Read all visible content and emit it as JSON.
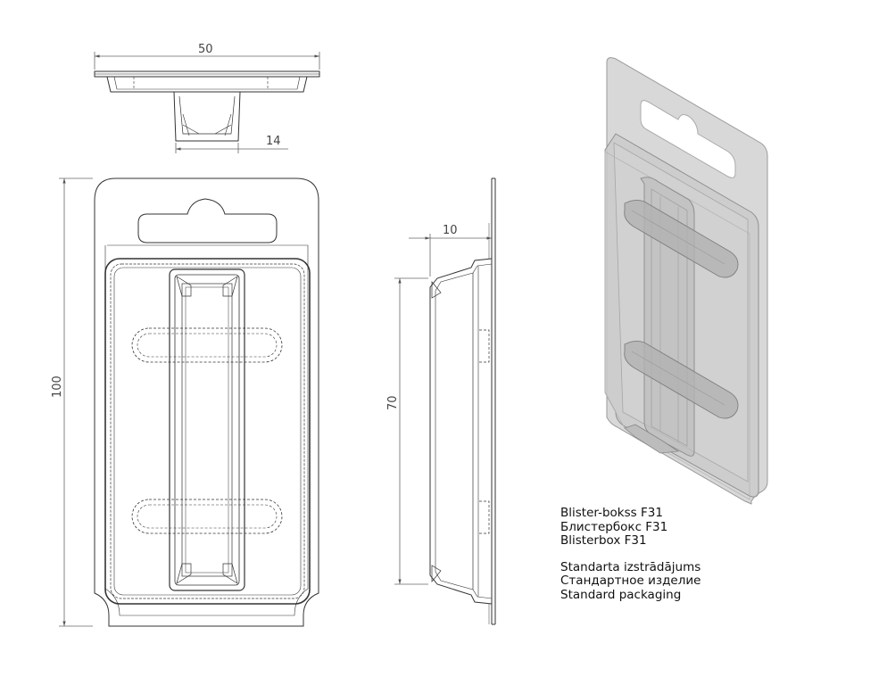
{
  "dimensions": {
    "top_width": "50",
    "top_hook": "14",
    "total_height": "100",
    "side_depth": "10",
    "side_height": "70"
  },
  "caption": {
    "name_lv": "Blister-bokss F31",
    "name_ru": "Блистербокс F31",
    "name_en": "Blisterbox F31",
    "type_lv": "Standarta izstrādājums",
    "type_ru": "Стандартное изделие",
    "type_en": "Standard packaging"
  }
}
